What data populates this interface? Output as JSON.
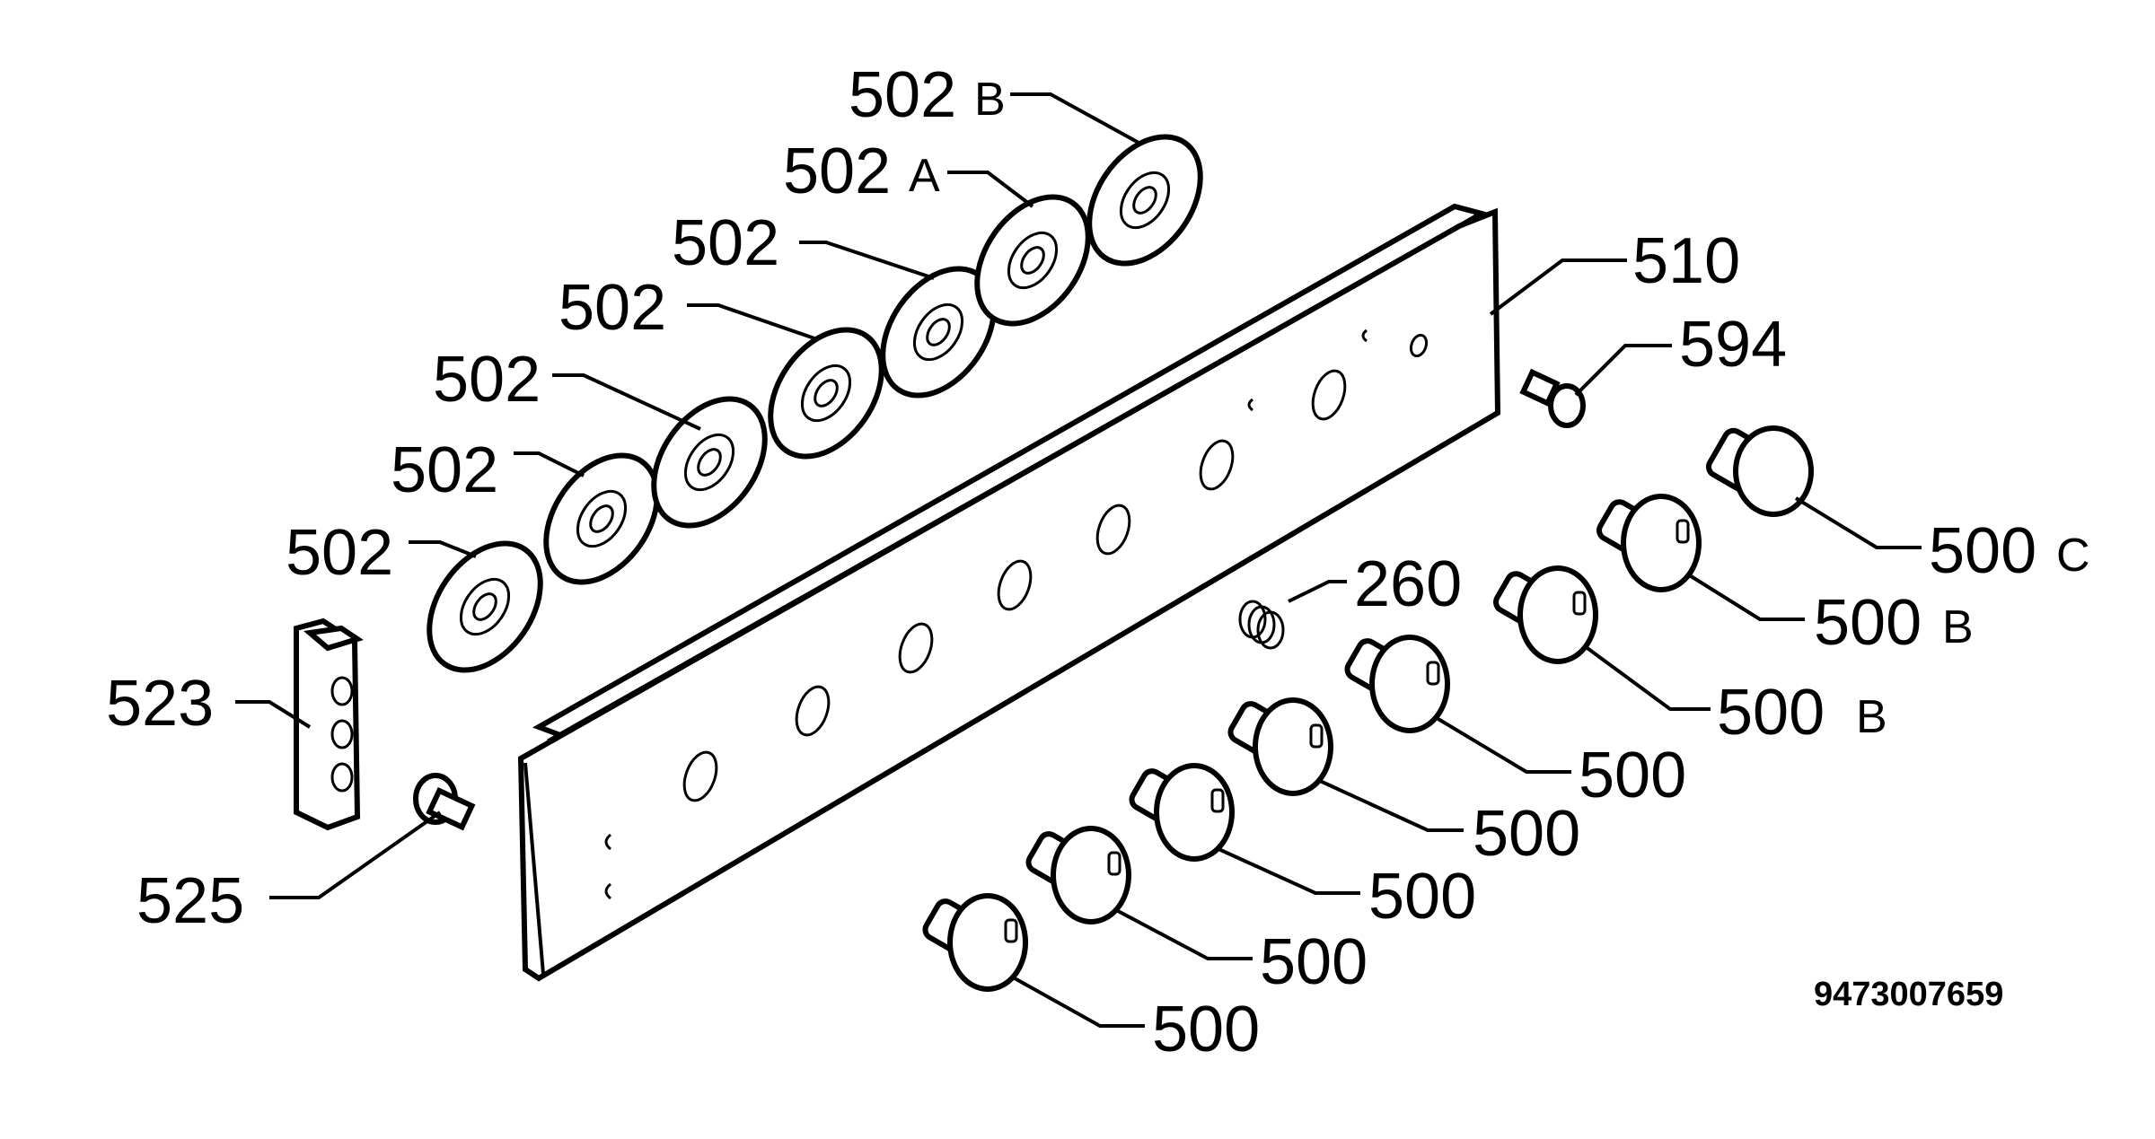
{
  "labels": {
    "l502b": "502",
    "l502b_suffix": "B",
    "l502a": "502",
    "l502a_suffix": "A",
    "l502_1": "502",
    "l502_2": "502",
    "l502_3": "502",
    "l502_4": "502",
    "l502_5": "502",
    "l510": "510",
    "l594": "594",
    "l260": "260",
    "l523": "523",
    "l525": "525",
    "l500c": "500",
    "l500c_suffix": "C",
    "l500b_1": "500",
    "l500b_1_suffix": "B",
    "l500b_2": "500",
    "l500b_2_suffix": "B",
    "l500_1": "500",
    "l500_2": "500",
    "l500_3": "500",
    "l500_4": "500",
    "l500_5": "500"
  },
  "document_number": "9473007659"
}
